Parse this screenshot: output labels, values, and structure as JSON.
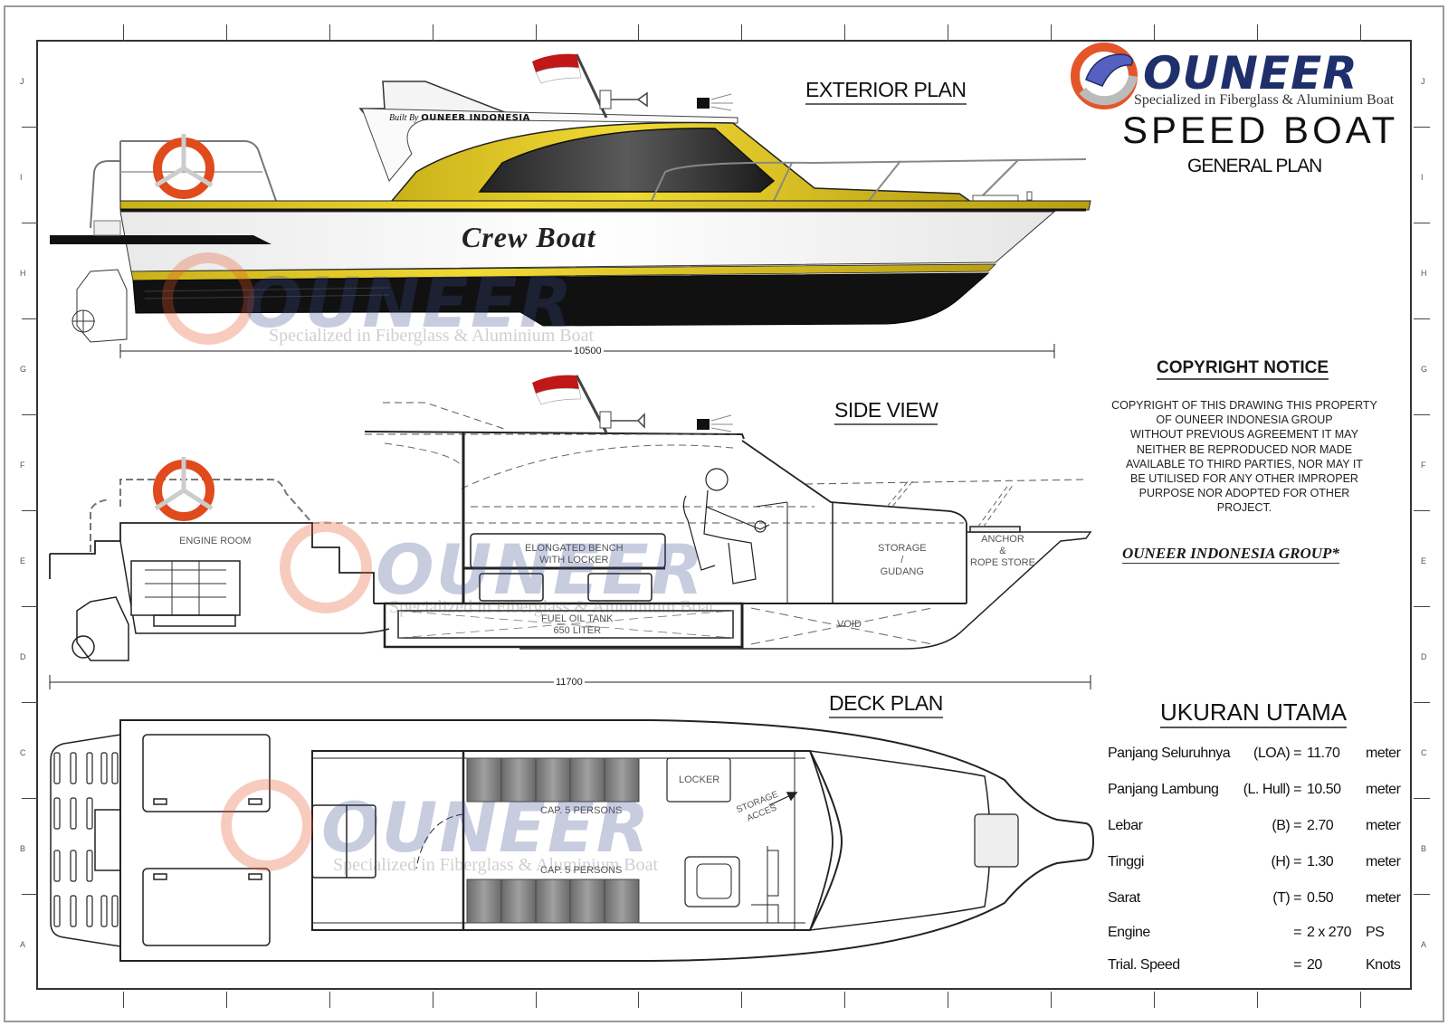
{
  "header": {
    "logo_text": "OUNEER",
    "logo_tagline": "Specialized in Fiberglass & Aluminium Boat",
    "title": "SPEED BOAT",
    "subtitle": "GENERAL PLAN"
  },
  "exterior_plan": {
    "title": "EXTERIOR PLAN",
    "built_by_prefix": "Built By",
    "built_by_name": "OUNEER INDONESIA",
    "hull_name": "Crew Boat",
    "dimension_label": "10500",
    "colors": {
      "accent_yellow": "#e8d02a",
      "hull_black": "#111111",
      "window_dark": "#3a3a3a",
      "lifebuoy": "#e04a1c",
      "flag_red": "#c01818"
    }
  },
  "side_view": {
    "title": "SIDE VIEW",
    "rooms": [
      {
        "label": "ENGINE ROOM"
      },
      {
        "label": "ELONGATED BENCH\nWITH LOCKER"
      },
      {
        "label": "FUEL OIL TANK\n650 LITER"
      },
      {
        "label": "STORAGE\n/\nGUDANG"
      },
      {
        "label": "ANCHOR\n&\nROPE STORE"
      },
      {
        "label": "VOID"
      }
    ],
    "dimension_label": "11700"
  },
  "deck_plan": {
    "title": "DECK PLAN",
    "labels": {
      "cap_top": "CAP. 5 PERSONS",
      "cap_bottom": "CAP. 5 PERSONS",
      "locker": "LOCKER",
      "storage_access": "STORAGE\nACCES"
    }
  },
  "copyright": {
    "title": "COPYRIGHT NOTICE",
    "lines": [
      "COPYRIGHT OF THIS DRAWING THIS PROPERTY",
      "OF OUNEER INDONESIA GROUP",
      "WITHOUT PREVIOUS AGREEMENT IT MAY",
      "NEITHER BE REPRODUCED NOR MADE",
      "AVAILABLE TO THIRD PARTIES, NOR MAY IT",
      "BE UTILISED FOR ANY OTHER IMPROPER",
      "PURPOSE NOR ADOPTED FOR OTHER",
      "PROJECT."
    ],
    "organization": "OUNEER INDONESIA GROUP*"
  },
  "specifications": {
    "title": "UKURAN UTAMA",
    "rows": [
      {
        "label": "Panjang Seluruhnya",
        "code": "(LOA) =",
        "value": "11.70",
        "unit": "meter"
      },
      {
        "label": "Panjang Lambung",
        "code": "(L. Hull) =",
        "value": "10.50",
        "unit": "meter"
      },
      {
        "label": "Lebar",
        "code": "(B) =",
        "value": "2.70",
        "unit": "meter"
      },
      {
        "label": "Tinggi",
        "code": "(H) =",
        "value": "1.30",
        "unit": "meter"
      },
      {
        "label": "Sarat",
        "code": "(T) =",
        "value": "0.50",
        "unit": "meter"
      },
      {
        "label": "Engine",
        "code": "=",
        "value": "2 x 270",
        "unit": "PS"
      },
      {
        "label": "Trial. Speed",
        "code": "=",
        "value": "20",
        "unit": "Knots"
      }
    ]
  },
  "frame": {
    "zones_left": [
      "J",
      "I",
      "H",
      "G",
      "F",
      "E",
      "D",
      "C",
      "B",
      "A"
    ]
  }
}
